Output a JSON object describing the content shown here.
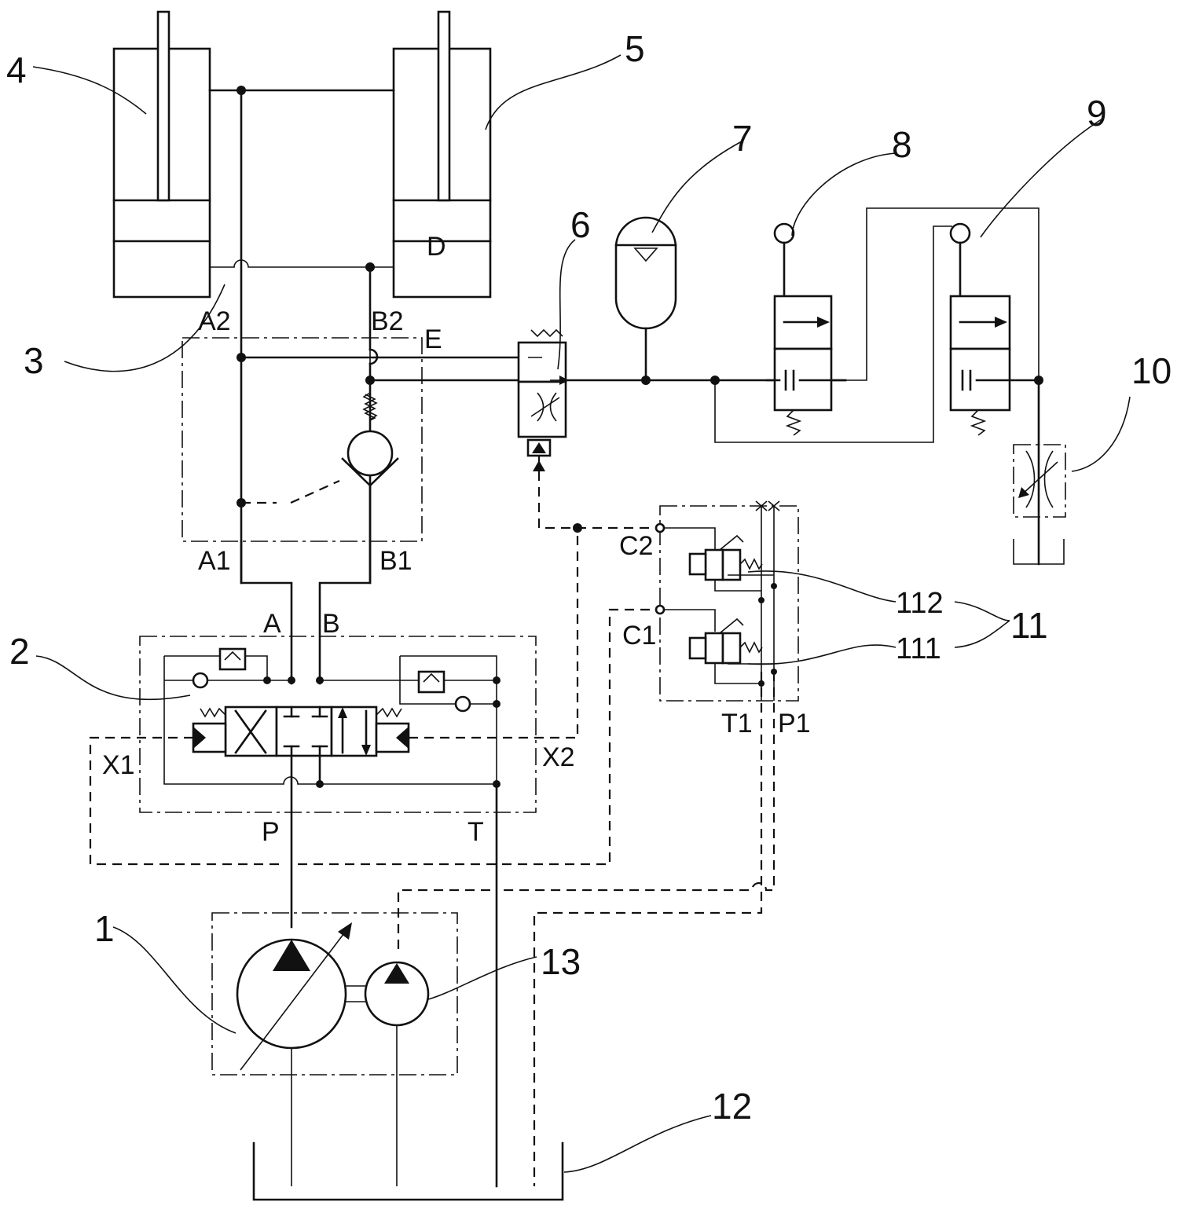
{
  "components": {
    "c1": "1",
    "c2": "2",
    "c3": "3",
    "c4": "4",
    "c5": "5",
    "c6": "6",
    "c7": "7",
    "c8": "8",
    "c9": "9",
    "c10": "10",
    "c11": "11",
    "c12": "12",
    "c13": "13",
    "c111": "111",
    "c112": "112"
  },
  "ports": {
    "A2": "A2",
    "B2": "B2",
    "E": "E",
    "D": "D",
    "A1": "A1",
    "B1": "B1",
    "A": "A",
    "B": "B",
    "P": "P",
    "T": "T",
    "X1": "X1",
    "X2": "X2",
    "C1": "C1",
    "C2": "C2",
    "T1": "T1",
    "P1": "P1"
  }
}
